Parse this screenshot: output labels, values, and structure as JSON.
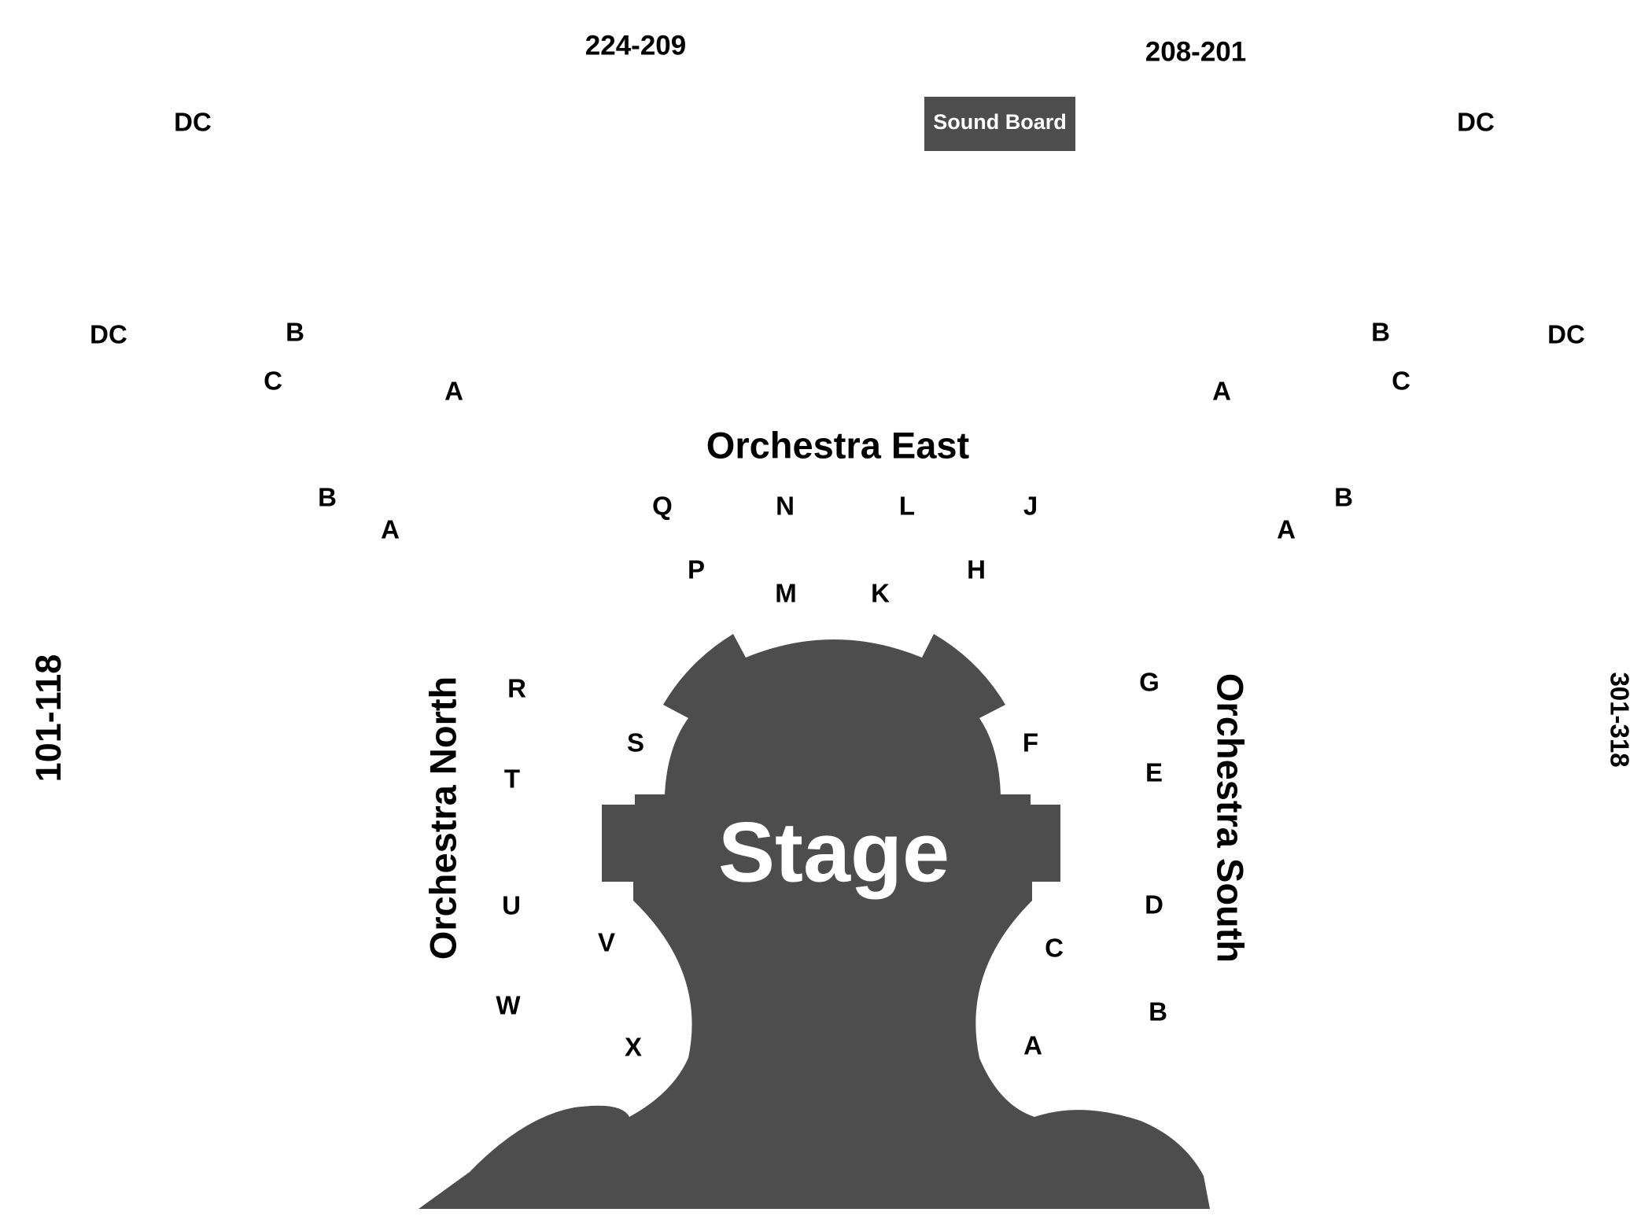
{
  "colors": {
    "stage_fill": "#4d4d4d",
    "label_text": "#000000",
    "stage_text": "#ffffff"
  },
  "stage": {
    "label": "Stage"
  },
  "sound_board": {
    "label": "Sound Board"
  },
  "sections": {
    "orchestra_east": "Orchestra East",
    "orchestra_north": "Orchestra North",
    "orchestra_south": "Orchestra South"
  },
  "seat_ranges": {
    "top_left": "224-209",
    "top_right": "208-201",
    "left_side": "101-118",
    "right_side": "301-318"
  },
  "rows": {
    "upper_left_dc": "DC",
    "upper_right_dc": "DC",
    "mid_left_dc": "DC",
    "mid_left_b": "B",
    "mid_left_c": "C",
    "mid_left_a": "A",
    "mid_right_dc": "DC",
    "mid_right_b": "B",
    "mid_right_c": "C",
    "mid_right_a": "A",
    "lower_left_b": "B",
    "lower_left_a": "A",
    "lower_right_b": "B",
    "lower_right_a": "A",
    "east": [
      "Q",
      "N",
      "L",
      "J",
      "P",
      "M",
      "K",
      "H"
    ],
    "north": [
      "R",
      "S",
      "T",
      "U",
      "V",
      "W",
      "X"
    ],
    "south": [
      "G",
      "F",
      "E",
      "D",
      "C",
      "B",
      "A"
    ]
  }
}
